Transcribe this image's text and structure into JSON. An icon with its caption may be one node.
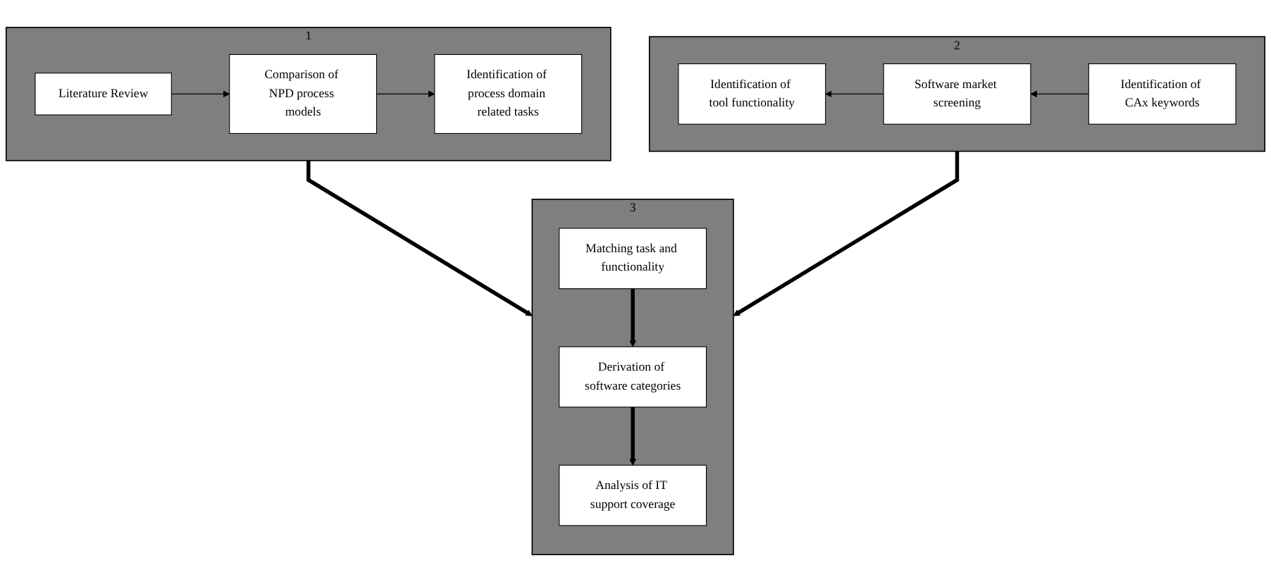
{
  "diagram": {
    "nodes": [
      {
        "text": [
          "1"
        ]
      },
      {
        "text": [
          "Literature Review"
        ],
        "in": 0
      },
      {
        "text": [
          "Comparison of NPD process models"
        ],
        "in": 0
      },
      {
        "text": [
          "Identification of process domain related tasks"
        ],
        "in": 0
      },
      {
        "text": [
          "2"
        ]
      },
      {
        "text": [
          "Identification of tool functionality"
        ],
        "in": 4
      },
      {
        "text": [
          "Software market screening"
        ],
        "in": 4
      },
      {
        "text": [
          "Identification of CAx keywords"
        ],
        "in": 4
      },
      {
        "text": [
          "3"
        ]
      },
      {
        "text": [
          "Matching task and functionality"
        ],
        "in": 8
      },
      {
        "text": [
          "Derivation of software categories"
        ],
        "in": 8
      },
      {
        "text": [
          "Analysis of IT support coverage"
        ],
        "in": 8
      }
    ],
    "edges": [
      {
        "from": 1,
        "to": 2,
        "arrow": "to"
      },
      {
        "from": 2,
        "to": 3,
        "arrow": "to"
      },
      {
        "from": 7,
        "to": 6,
        "arrow": "to"
      },
      {
        "from": 6,
        "to": 5,
        "arrow": "to"
      },
      {
        "from": 0,
        "to": 8,
        "arrow": "to",
        "style": "thick"
      },
      {
        "from": 4,
        "to": 8,
        "arrow": "to",
        "style": "thick"
      },
      {
        "from": 9,
        "to": 10,
        "arrow": "to",
        "style": "thick"
      },
      {
        "from": 10,
        "to": 11,
        "arrow": "to",
        "style": "thick"
      }
    ]
  }
}
